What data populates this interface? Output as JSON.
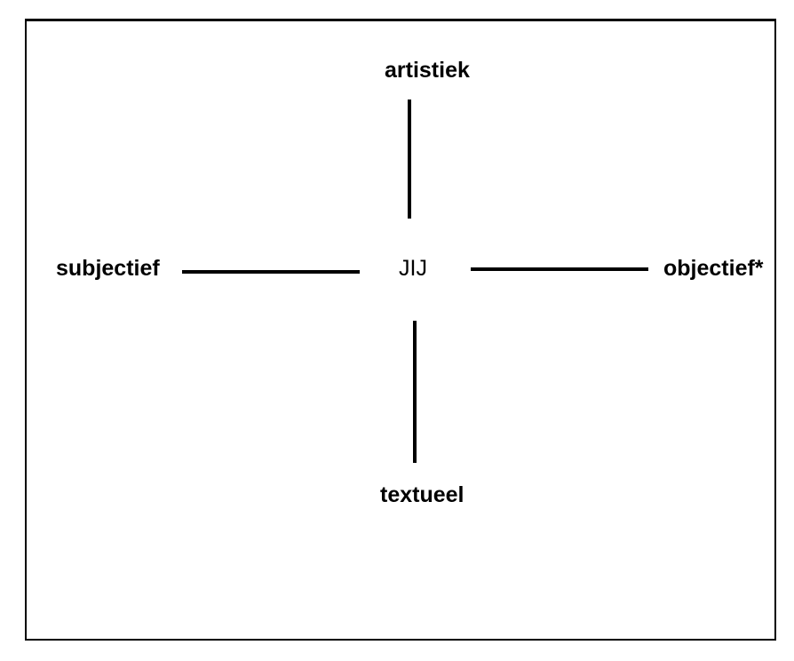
{
  "diagram": {
    "center_label": "JIJ",
    "axes": {
      "top": {
        "label": "artistiek"
      },
      "bottom": {
        "label": "textueel"
      },
      "left": {
        "label": "subjectief"
      },
      "right": {
        "label": "objectief*"
      }
    },
    "colors": {
      "line": "#000000",
      "text": "#000000",
      "border": "#000000",
      "background": "#ffffff"
    }
  }
}
